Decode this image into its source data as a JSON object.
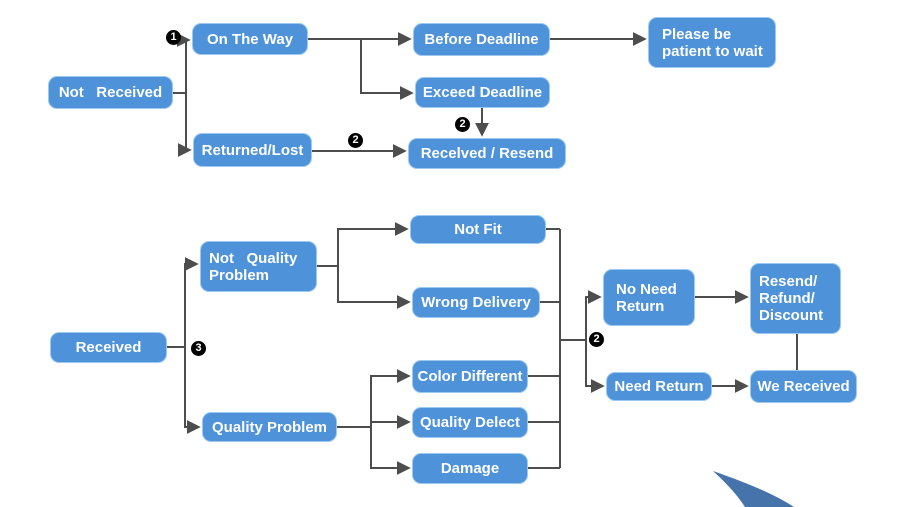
{
  "diagram": {
    "colors": {
      "node_fill": "#4e92d9",
      "node_border": "#9cc9ef",
      "node_text": "#ffffff",
      "wire_color": "#4d4d4d",
      "marker_bg": "#000000",
      "swoosh_color": "#4573aa",
      "background": "#ffffff"
    },
    "nodes": {
      "not_received": {
        "label": "Not   Received"
      },
      "on_the_way": {
        "label": "On The Way"
      },
      "before_deadline": {
        "label": "Before Deadline"
      },
      "exceed_deadline": {
        "label": "Exceed Deadline"
      },
      "please_wait": {
        "label": "Please be\npatient to wait"
      },
      "returned_lost": {
        "label": "Returned/Lost"
      },
      "received_resend": {
        "label": "Recelved / Resend"
      },
      "received": {
        "label": "Received"
      },
      "not_quality_problem": {
        "label": "Not   Quality\nProblem"
      },
      "quality_problem": {
        "label": "Quality Problem"
      },
      "not_fit": {
        "label": "Not Fit"
      },
      "wrong_delivery": {
        "label": "Wrong Delivery"
      },
      "color_different": {
        "label": "Color Different"
      },
      "quality_delect": {
        "label": "Quality Delect"
      },
      "damage": {
        "label": "Damage"
      },
      "no_need_return": {
        "label": "No Need\nReturn"
      },
      "resend_refund_discount": {
        "label": "Resend/\nRefund/\nDiscount"
      },
      "need_return": {
        "label": "Need Return"
      },
      "we_received": {
        "label": "We Received"
      }
    },
    "markers": {
      "step1": "1",
      "step2": "2",
      "step3": "3"
    }
  }
}
